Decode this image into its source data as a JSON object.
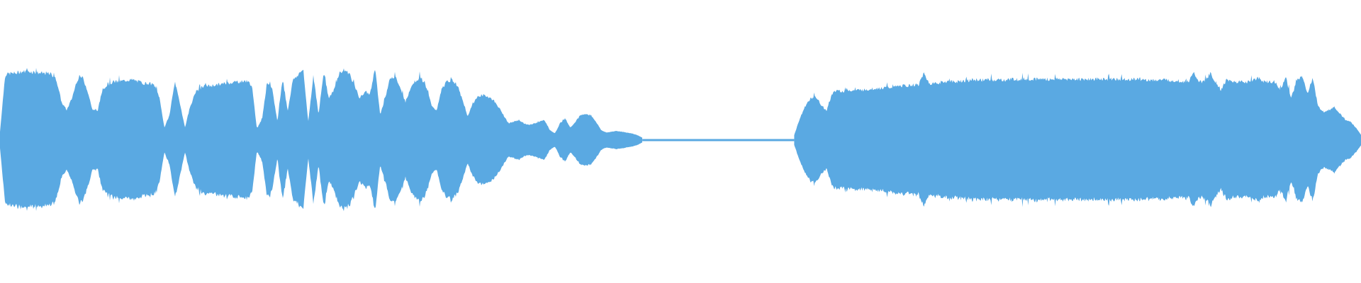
{
  "waveform": {
    "color": "#5aa9e2",
    "background": "#ffffff",
    "segments": [
      {
        "type": "sound",
        "samples": [
          0.1,
          0.78,
          0.8,
          0.8,
          0.82,
          0.82,
          0.82,
          0.81,
          0.8,
          0.8,
          0.79,
          0.72,
          0.45,
          0.36,
          0.5,
          0.72,
          0.76,
          0.6,
          0.36,
          0.35,
          0.62,
          0.66,
          0.7,
          0.7,
          0.71,
          0.72,
          0.72,
          0.7,
          0.68,
          0.68,
          0.66,
          0.52,
          0.15,
          0.3,
          0.7,
          0.45,
          0.15,
          0.4,
          0.56,
          0.62,
          0.65,
          0.65,
          0.66,
          0.67,
          0.68,
          0.69,
          0.7,
          0.7,
          0.71,
          0.66,
          0.14,
          0.25,
          0.7,
          0.6,
          0.22,
          0.74,
          0.35,
          0.72,
          0.78,
          0.85,
          0.22,
          0.78,
          0.3,
          0.82,
          0.5,
          0.6,
          0.8,
          0.84,
          0.8,
          0.65,
          0.5,
          0.58,
          0.55,
          0.86,
          0.3,
          0.52,
          0.75,
          0.76,
          0.6,
          0.45,
          0.65,
          0.72,
          0.75,
          0.62,
          0.42,
          0.35,
          0.62,
          0.7,
          0.72,
          0.66,
          0.48,
          0.28,
          0.44,
          0.52,
          0.54,
          0.52,
          0.48,
          0.4,
          0.3,
          0.2,
          0.22,
          0.24,
          0.2,
          0.18,
          0.2,
          0.22,
          0.24,
          0.12,
          0.08,
          0.2,
          0.26,
          0.15,
          0.22,
          0.3,
          0.31,
          0.3,
          0.22,
          0.12,
          0.09,
          0.1,
          0.11,
          0.1,
          0.09,
          0.08,
          0.06,
          0.03
        ]
      },
      {
        "type": "silence"
      },
      {
        "type": "sound",
        "samples": [
          0.06,
          0.25,
          0.4,
          0.5,
          0.52,
          0.42,
          0.35,
          0.55,
          0.6,
          0.58,
          0.6,
          0.59,
          0.6,
          0.6,
          0.61,
          0.62,
          0.62,
          0.63,
          0.63,
          0.64,
          0.65,
          0.65,
          0.66,
          0.66,
          0.8,
          0.68,
          0.68,
          0.69,
          0.7,
          0.7,
          0.7,
          0.71,
          0.71,
          0.72,
          0.72,
          0.72,
          0.72,
          0.72,
          0.72,
          0.72,
          0.73,
          0.73,
          0.73,
          0.73,
          0.73,
          0.73,
          0.73,
          0.73,
          0.73,
          0.73,
          0.73,
          0.73,
          0.73,
          0.73,
          0.73,
          0.73,
          0.73,
          0.73,
          0.73,
          0.73,
          0.73,
          0.73,
          0.73,
          0.73,
          0.73,
          0.72,
          0.72,
          0.72,
          0.72,
          0.72,
          0.71,
          0.71,
          0.7,
          0.7,
          0.8,
          0.7,
          0.7,
          0.8,
          0.7,
          0.6,
          0.72,
          0.7,
          0.7,
          0.7,
          0.7,
          0.72,
          0.74,
          0.7,
          0.7,
          0.7,
          0.6,
          0.76,
          0.5,
          0.7,
          0.78,
          0.55,
          0.75,
          0.4,
          0.34,
          0.36,
          0.4,
          0.32,
          0.24,
          0.22,
          0.15,
          0.06
        ]
      }
    ]
  }
}
